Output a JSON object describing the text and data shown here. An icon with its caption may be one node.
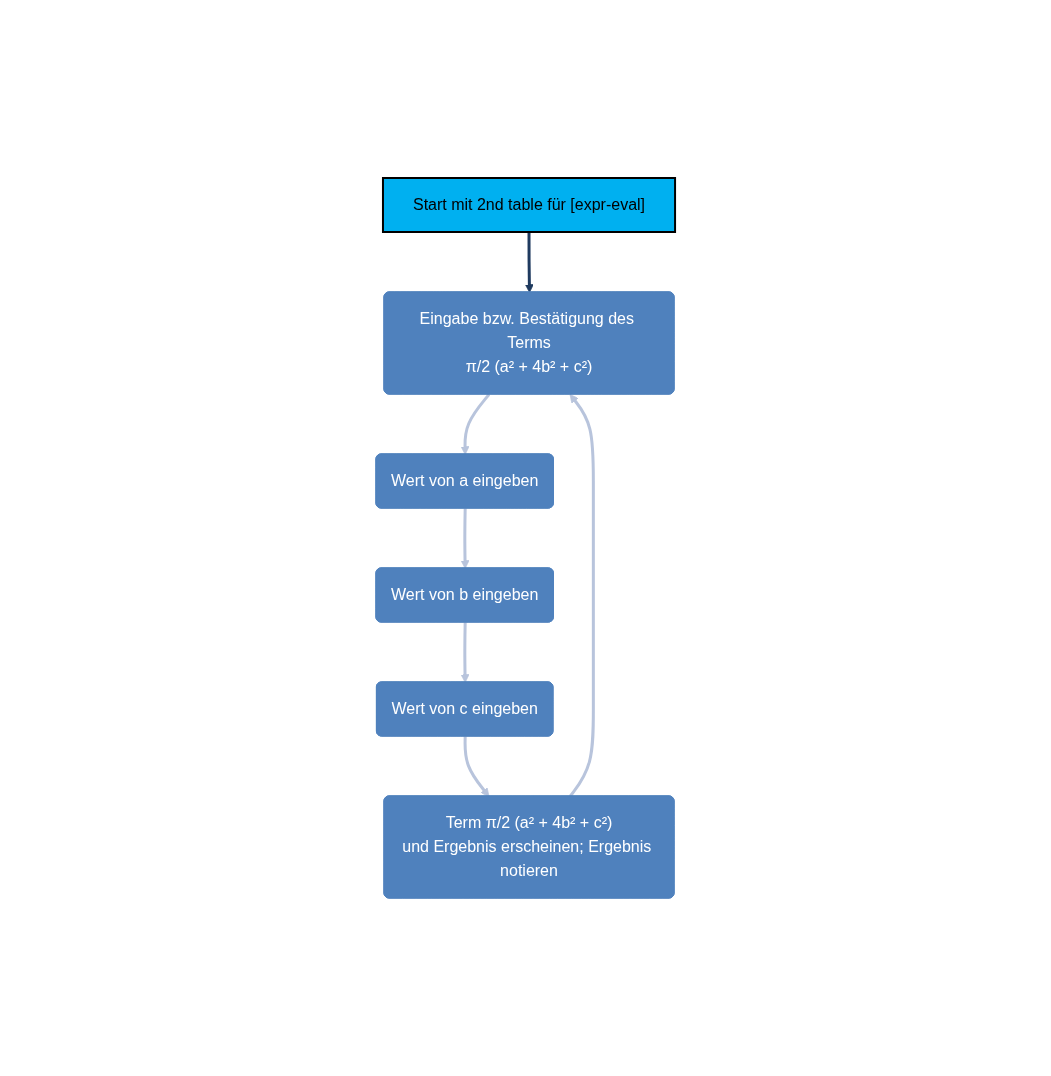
{
  "diagram": {
    "nodes": [
      {
        "text": [
          "Start mit 2nd table für [expr-eval]"
        ]
      },
      {
        "text": [
          "Eingabe bzw. Bestätigung des Terms",
          "π/2 (a² + 4b² + c²)"
        ]
      },
      {
        "text": [
          "Wert von a eingeben"
        ]
      },
      {
        "text": [
          "Wert von b eingeben"
        ]
      },
      {
        "text": [
          "Wert von c eingeben"
        ]
      },
      {
        "text": [
          "Term π/2 (a² + 4b² + c²)",
          "und Ergebnis erscheinen; Ergebnis notieren"
        ]
      }
    ],
    "edges": [
      {
        "from": 0,
        "to": 1,
        "arrow": "to",
        "color": "#1f3a5f"
      },
      {
        "from": 1,
        "to": 2,
        "arrow": "to"
      },
      {
        "from": 2,
        "to": 3,
        "arrow": "to"
      },
      {
        "from": 3,
        "to": 4,
        "arrow": "to"
      },
      {
        "from": 4,
        "to": 5,
        "arrow": "to"
      },
      {
        "from": 5,
        "to": 1,
        "arrow": "to"
      }
    ]
  }
}
